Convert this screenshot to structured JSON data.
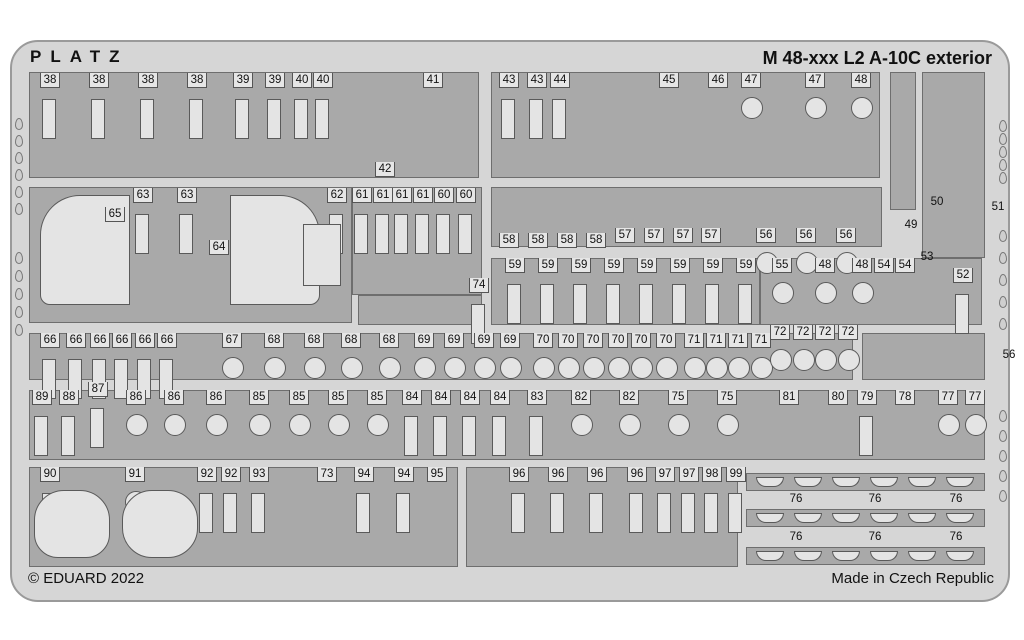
{
  "header": {
    "brand": "PLATZ",
    "title": "M 48-xxx L2   A-10C exterior"
  },
  "footer": {
    "copyright": "© EDUARD 2022",
    "origin": "Made in Czech Republic"
  },
  "part_numbers": [
    "38",
    "38",
    "38",
    "38",
    "39",
    "39",
    "40",
    "40",
    "41",
    "42",
    "43",
    "43",
    "44",
    "45",
    "46",
    "47",
    "47",
    "48",
    "65",
    "63",
    "63",
    "64",
    "62",
    "61",
    "61",
    "61",
    "61",
    "60",
    "60",
    "74",
    "58",
    "58",
    "58",
    "58",
    "57",
    "57",
    "57",
    "57",
    "56",
    "56",
    "56",
    "49",
    "50",
    "51",
    "59",
    "59",
    "59",
    "59",
    "59",
    "59",
    "59",
    "59",
    "55",
    "48",
    "48",
    "54",
    "54",
    "53",
    "52",
    "66",
    "66",
    "66",
    "66",
    "66",
    "66",
    "67",
    "68",
    "68",
    "68",
    "68",
    "69",
    "69",
    "69",
    "69",
    "70",
    "70",
    "70",
    "70",
    "70",
    "70",
    "71",
    "71",
    "71",
    "71",
    "72",
    "72",
    "72",
    "72",
    "56",
    "89",
    "88",
    "87",
    "86",
    "86",
    "86",
    "85",
    "85",
    "85",
    "85",
    "84",
    "84",
    "84",
    "84",
    "83",
    "82",
    "82",
    "75",
    "75",
    "81",
    "80",
    "79",
    "78",
    "77",
    "77",
    "90",
    "91",
    "92",
    "92",
    "93",
    "73",
    "94",
    "94",
    "95",
    "96",
    "96",
    "96",
    "96",
    "97",
    "97",
    "98",
    "99",
    "76",
    "76",
    "76",
    "76",
    "76",
    "76"
  ]
}
